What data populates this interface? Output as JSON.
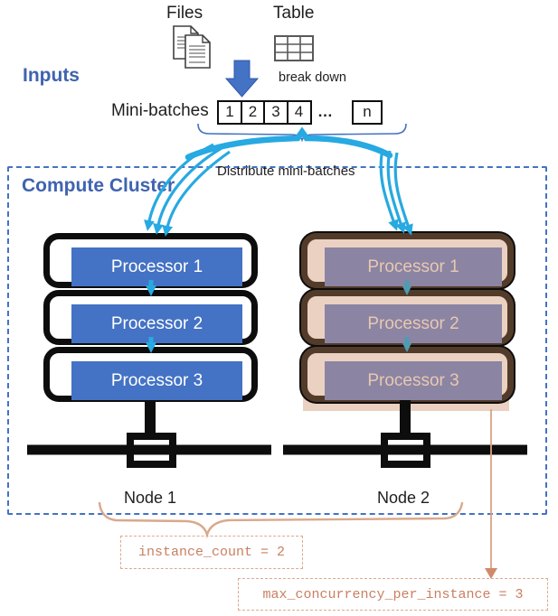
{
  "header": {
    "inputs_label": "Inputs",
    "files_label": "Files",
    "table_label": "Table",
    "break_down_label": "break down",
    "mini_batches_label": "Mini-batches",
    "batch_numbers": [
      "1",
      "2",
      "3",
      "4"
    ],
    "batch_ellipsis": "…",
    "batch_n": "n"
  },
  "cluster": {
    "title": "Compute Cluster",
    "distribute_label": "Distribute mini-batches",
    "nodes": [
      {
        "label": "Node 1",
        "processors": [
          "Processor 1",
          "Processor 2",
          "Processor 3"
        ]
      },
      {
        "label": "Node 2",
        "processors": [
          "Processor 1",
          "Processor 2",
          "Processor 3"
        ]
      }
    ]
  },
  "annotations": {
    "instance_count": "instance_count = 2",
    "max_concurrency": "max_concurrency_per_instance = 3"
  },
  "colors": {
    "accent_blue": "#4472c4",
    "title_blue": "#3f63b0",
    "cyan": "#27a9e1",
    "node_border": "#0d0d0d",
    "node2_fill": "#ead1c1",
    "node2_border": "#533b2a",
    "node2_bar": "#8b85a3",
    "node2_text": "#e9c7b1",
    "annotation_text": "#c97f62",
    "annotation_border": "#dcaa8e",
    "tan_line": "#d9a285"
  }
}
